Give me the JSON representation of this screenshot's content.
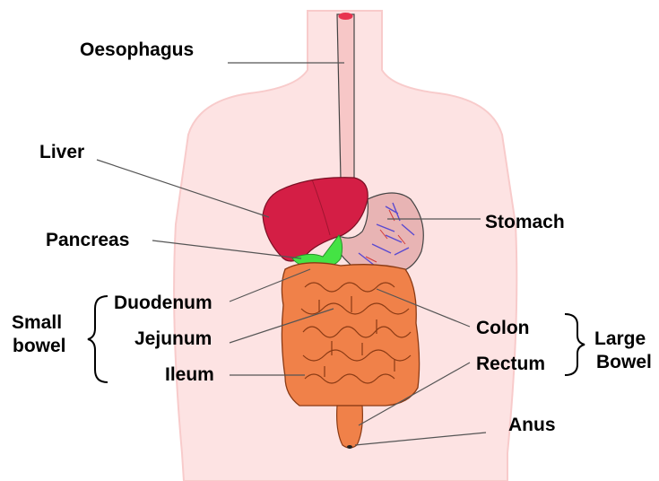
{
  "colors": {
    "body": "#fde3e3",
    "body_edge": "#f8cbcb",
    "liver": "#d41e45",
    "stomach": "#e8b4b4",
    "intestine": "#f08149",
    "pancreas": "#44e344",
    "leader_line": "#555555"
  },
  "labels": {
    "oesophagus": "Oesophagus",
    "liver": "Liver",
    "pancreas": "Pancreas",
    "stomach": "Stomach",
    "duodenum": "Duodenum",
    "jejunum": "Jejunum",
    "ileum": "Ileum",
    "colon": "Colon",
    "rectum": "Rectum",
    "anus": "Anus"
  },
  "groups": {
    "small_bowel": {
      "line1": "Small",
      "line2": "bowel"
    },
    "large_bowel": {
      "line1": "Large",
      "line2": "Bowel"
    }
  }
}
